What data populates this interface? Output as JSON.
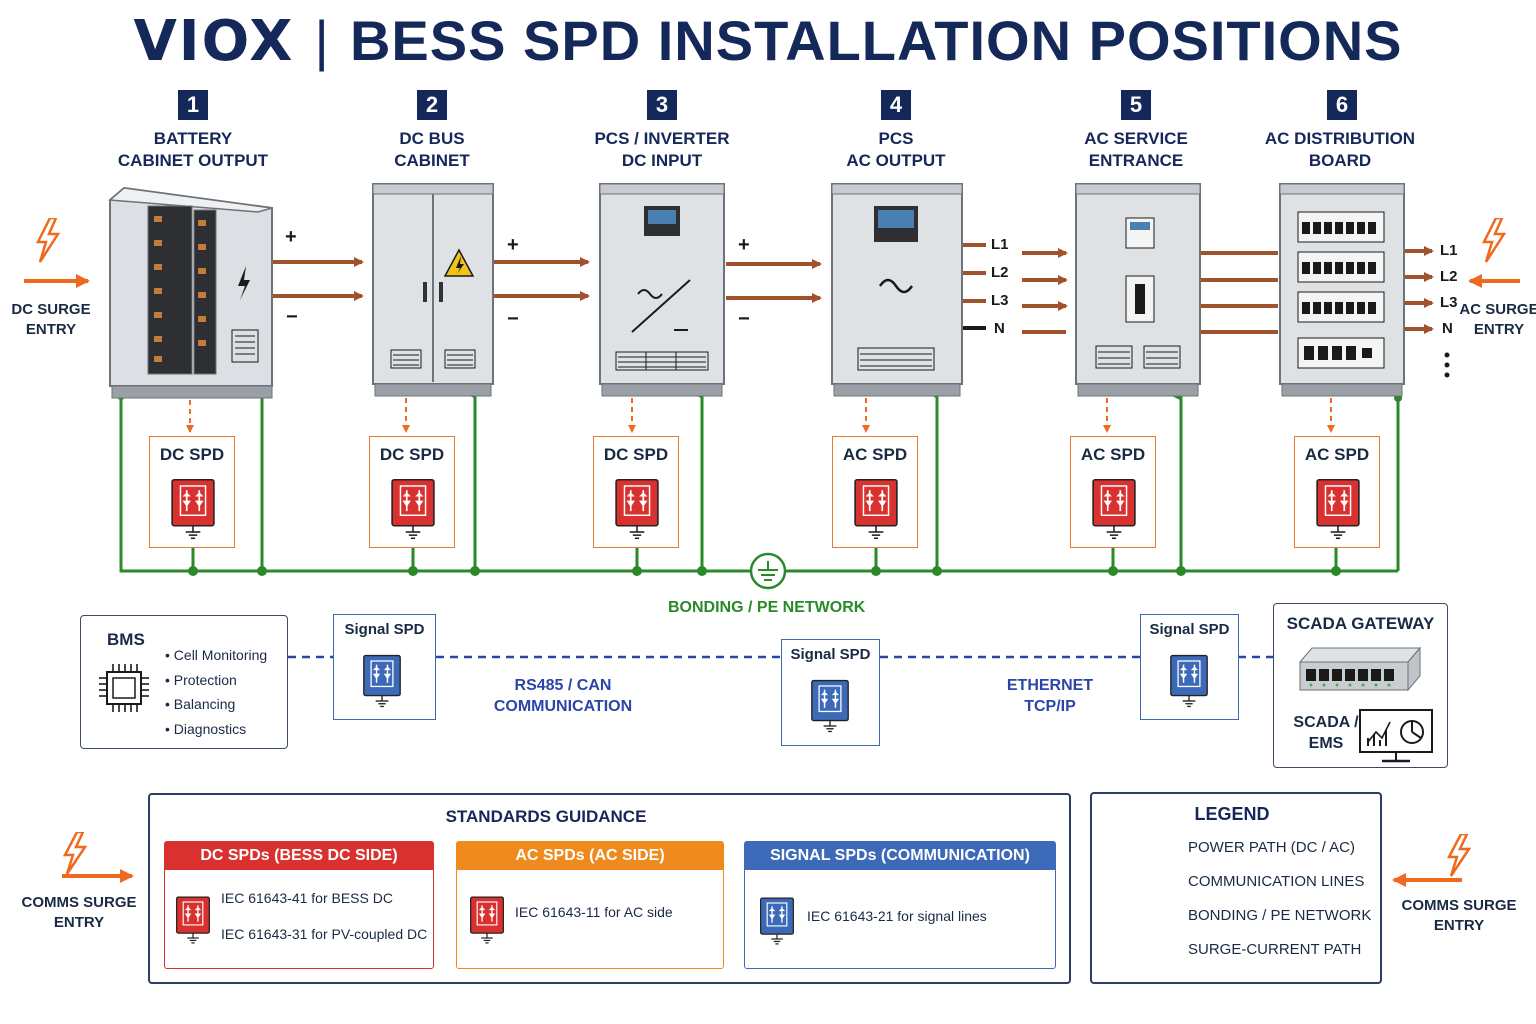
{
  "title": {
    "brand": "VIOX",
    "separator": "|",
    "text": "BESS SPD INSTALLATION POSITIONS"
  },
  "positions": [
    {
      "num": "1",
      "label": "BATTERY\nCABINET OUTPUT",
      "spd": "DC SPD"
    },
    {
      "num": "2",
      "label": "DC BUS\nCABINET",
      "spd": "DC SPD"
    },
    {
      "num": "3",
      "label": "PCS / INVERTER\nDC INPUT",
      "spd": "DC SPD"
    },
    {
      "num": "4",
      "label": "PCS\nAC OUTPUT",
      "spd": "AC SPD"
    },
    {
      "num": "5",
      "label": "AC SERVICE\nENTRANCE",
      "spd": "AC SPD"
    },
    {
      "num": "6",
      "label": "AC DISTRIBUTION\nBOARD",
      "spd": "AC SPD"
    }
  ],
  "polarity": {
    "plus": "+",
    "minus": "−"
  },
  "phases": [
    "L1",
    "L2",
    "L3",
    "N"
  ],
  "surge_entries": {
    "dc": "DC SURGE\nENTRY",
    "ac": "AC SURGE\nENTRY",
    "comms_left": "COMMS SURGE\nENTRY",
    "comms_right": "COMMS SURGE\nENTRY"
  },
  "bonding_label": "BONDING / PE NETWORK",
  "bms": {
    "title": "BMS",
    "items": [
      "Cell Monitoring",
      "Protection",
      "Balancing",
      "Diagnostics"
    ]
  },
  "signal_spd_label": "Signal SPD",
  "comm_links": {
    "rs485": "RS485 / CAN\nCOMMUNICATION",
    "ethernet": "ETHERNET\nTCP/IP"
  },
  "scada": {
    "title": "SCADA GATEWAY",
    "sub": "SCADA /\nEMS"
  },
  "standards": {
    "title": "STANDARDS GUIDANCE",
    "categories": [
      {
        "header": "DC SPDs (BESS DC SIDE)",
        "color": "#d8312f",
        "lines": [
          "IEC 61643-41 for BESS DC",
          "IEC 61643-31 for PV-coupled DC"
        ]
      },
      {
        "header": "AC SPDs (AC SIDE)",
        "color": "#ef8a1e",
        "lines": [
          "IEC 61643-11 for AC side"
        ]
      },
      {
        "header": "SIGNAL SPDs (COMMUNICATION)",
        "color": "#3d6ab8",
        "lines": [
          "IEC 61643-21 for signal lines"
        ]
      }
    ]
  },
  "legend": {
    "title": "LEGEND",
    "items": [
      {
        "label": "POWER PATH (DC / AC)",
        "style": "power",
        "color": "#8b3a1a"
      },
      {
        "label": "COMMUNICATION LINES",
        "style": "comm",
        "color": "#2b45a8"
      },
      {
        "label": "BONDING / PE NETWORK",
        "style": "bond",
        "color": "#2a8a2a"
      },
      {
        "label": "SURGE-CURRENT PATH",
        "style": "surge",
        "color": "#ef6a1e"
      }
    ]
  },
  "colors": {
    "navy": "#14285a",
    "power": "#a0522d",
    "bond": "#2a8a2a",
    "comm": "#2b45a8",
    "surge": "#ef6a1e",
    "dc_spd": "#d8312f",
    "signal_spd": "#3d6ab8"
  }
}
